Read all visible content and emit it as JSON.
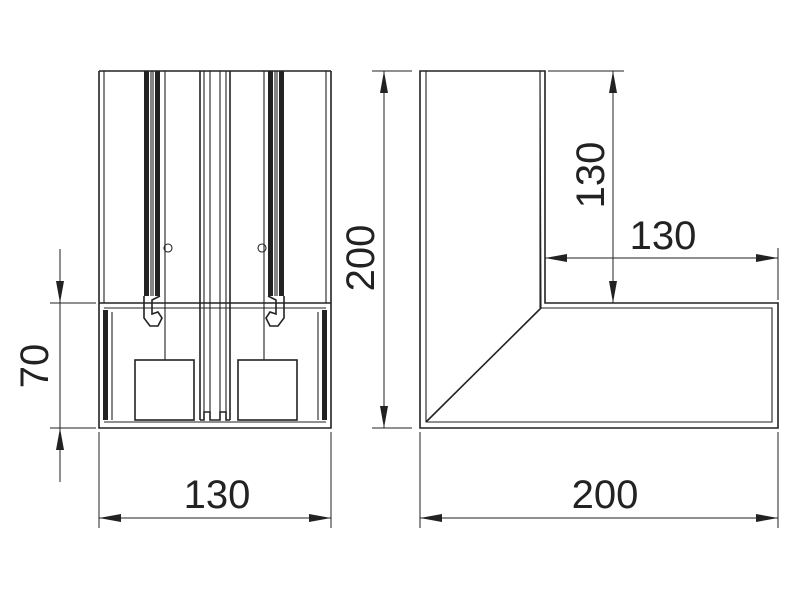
{
  "drawing": {
    "colors": {
      "line": "#222222",
      "background": "#ffffff"
    },
    "dimensions": {
      "front_width": "130",
      "front_insert_height": "70",
      "side_height": "200",
      "side_width": "200",
      "side_inner_height": "130",
      "side_inner_width": "130"
    }
  }
}
